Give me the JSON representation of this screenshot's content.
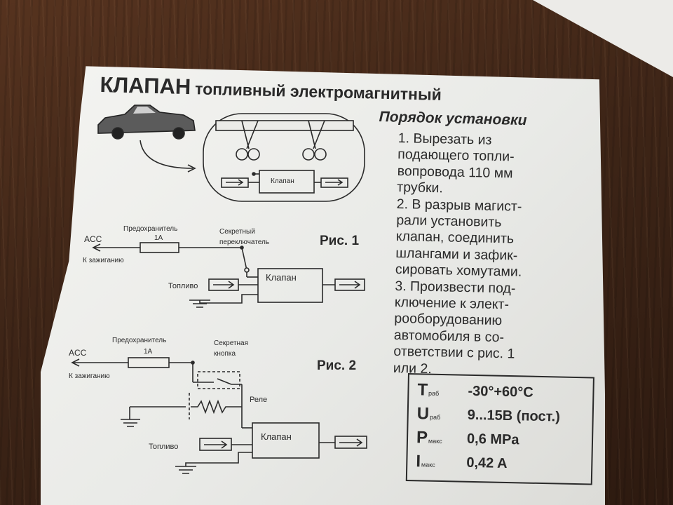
{
  "title_main": "КЛАПАН",
  "title_sub": "топливный электромагнитный",
  "install_heading": "Порядок установки",
  "install_steps": [
    "1. Вырезать из",
    "подающего топли-",
    "вопровода 110 мм",
    "трубки.",
    "2. В разрыв магист-",
    "рали установить",
    "клапан, соединить",
    "шлангами и зафик-",
    "сировать хомутами.",
    "3. Произвести под-",
    "ключение к элект-",
    "рооборудованию",
    "автомобиля в со-",
    "ответствии с рис. 1",
    "или 2."
  ],
  "inset_valve_label": "Клапан",
  "fig1": {
    "label": "Рис. 1",
    "acc": "ACC",
    "fuse": "Предохранитель",
    "fuse_rating": "1А",
    "switch_line1": "Секретный",
    "switch_line2": "переключатель",
    "ignition": "К зажиганию",
    "fuel": "Топливо",
    "valve": "Клапан"
  },
  "fig2": {
    "label": "Рис. 2",
    "acc": "ACC",
    "fuse": "Предохранитель",
    "fuse_rating": "1А",
    "button_line1": "Секретная",
    "button_line2": "кнопка",
    "ignition": "К зажиганию",
    "relay": "Реле",
    "fuel": "Топливо",
    "valve": "Клапан"
  },
  "specs": [
    {
      "symbol": "T",
      "sub": "раб",
      "value": "-30°+60°C"
    },
    {
      "symbol": "U",
      "sub": "раб",
      "value": "9...15В (пост.)"
    },
    {
      "symbol": "P",
      "sub": "макс",
      "value": "0,6 MPa"
    },
    {
      "symbol": "I",
      "sub": "макс",
      "value": "0,42 A"
    }
  ]
}
